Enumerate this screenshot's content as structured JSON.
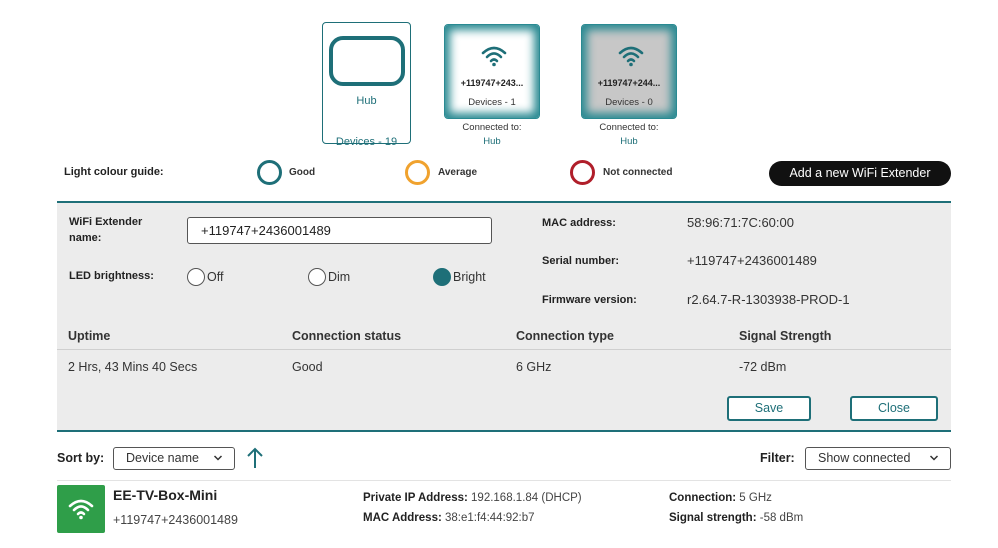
{
  "hub": {
    "label": "Hub",
    "devices": "Devices - 19"
  },
  "extenders": [
    {
      "name": "+119747+243...",
      "devices": "Devices - 1",
      "connected_label": "Connected to:",
      "connected_to": "Hub"
    },
    {
      "name": "+119747+244...",
      "devices": "Devices - 0",
      "connected_label": "Connected to:",
      "connected_to": "Hub"
    }
  ],
  "legend": {
    "title": "Light colour guide:",
    "good": "Good",
    "average": "Average",
    "not_connected": "Not connected",
    "colors": {
      "good": "#1e6f78",
      "average": "#f0a22e",
      "not_connected": "#b01e2a"
    }
  },
  "add_button": "Add a new WiFi Extender",
  "details": {
    "name_label": "WiFi Extender name:",
    "name_value": "+119747+2436001489",
    "led_label": "LED brightness:",
    "led_options": [
      "Off",
      "Dim",
      "Bright"
    ],
    "led_selected": "Bright",
    "mac_label": "MAC address:",
    "mac_value": "58:96:71:7C:60:00",
    "serial_label": "Serial number:",
    "serial_value": "+119747+2436001489",
    "firmware_label": "Firmware version:",
    "firmware_value": "r2.64.7-R-1303938-PROD-1",
    "stats_headers": [
      "Uptime",
      "Connection status",
      "Connection type",
      "Signal Strength"
    ],
    "stats_values": [
      "2 Hrs, 43 Mins 40 Secs",
      "Good",
      "6 GHz",
      "-72 dBm"
    ],
    "save": "Save",
    "close": "Close"
  },
  "sort": {
    "label": "Sort by:",
    "value": "Device name"
  },
  "filter": {
    "label": "Filter:",
    "value": "Show connected"
  },
  "device": {
    "name": "EE-TV-Box-Mini",
    "sub": "+119747+2436001489",
    "ip_label": "Private IP Address:",
    "ip_value": "192.168.1.84 (DHCP)",
    "mac_label": "MAC Address:",
    "mac_value": "38:e1:f4:44:92:b7",
    "conn_label": "Connection:",
    "conn_value": "5 GHz",
    "signal_label": "Signal strength:",
    "signal_value": "-58 dBm"
  },
  "accent": "#1e6f78"
}
